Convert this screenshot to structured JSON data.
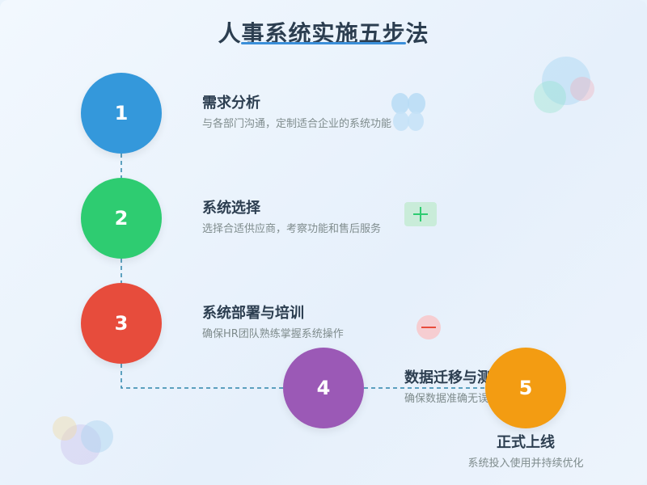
{
  "title": "人事系统实施五步法",
  "colors": {
    "step1": "#3498db",
    "step2": "#2ecc71",
    "step3": "#e74c3c",
    "step4": "#9b59b6",
    "step5": "#f39c12",
    "connector": "#2e86ab"
  },
  "steps": [
    {
      "number": "1",
      "title": "需求分析",
      "description": "与各部门沟通，定制适合企业的系统功能"
    },
    {
      "number": "2",
      "title": "系统选择",
      "description": "选择合适供应商，考察功能和售后服务"
    },
    {
      "number": "3",
      "title": "系统部署与培训",
      "description": "确保HR团队熟练掌握系统操作"
    },
    {
      "number": "4",
      "title": "数据迁移与测试",
      "description": "确保数据准确无误，全面测试系统"
    },
    {
      "number": "5",
      "title": "正式上线",
      "description": "系统投入使用并持续优化"
    }
  ],
  "icons": [
    "butterfly-icon",
    "plus-icon",
    "minus-icon"
  ]
}
